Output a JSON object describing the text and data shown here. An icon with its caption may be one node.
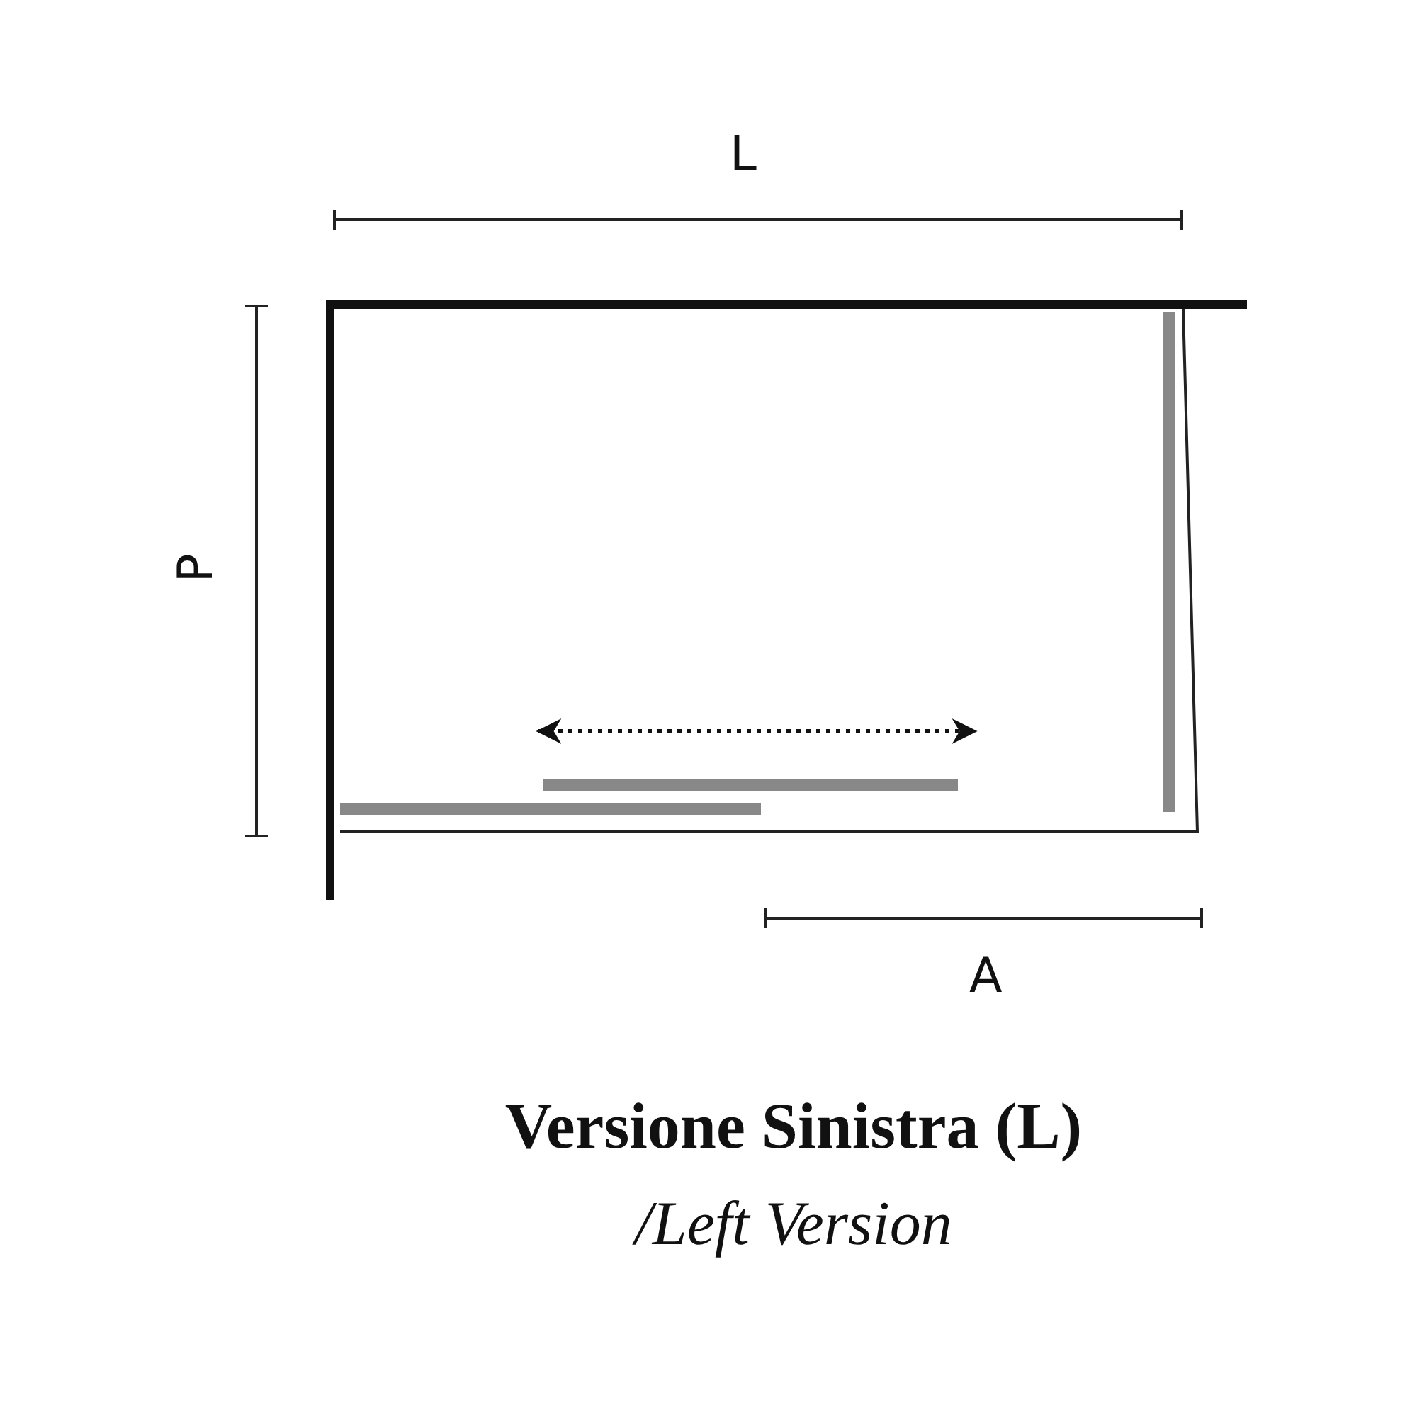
{
  "diagram": {
    "title": "Versione Sinistra (L)",
    "caption": "/Left Version",
    "labels": [
      "L",
      "P",
      "A"
    ]
  }
}
